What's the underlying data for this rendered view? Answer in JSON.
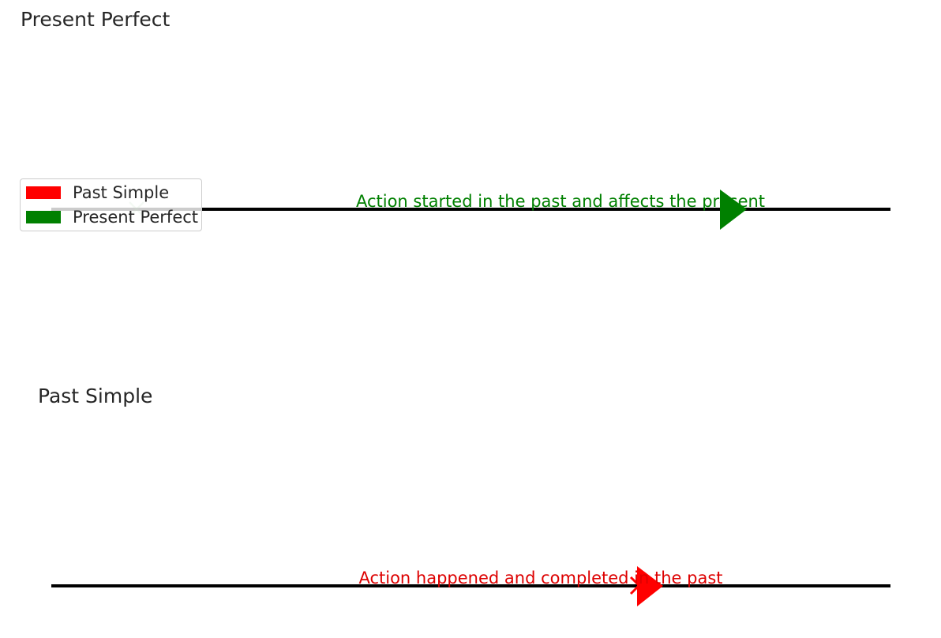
{
  "panels": [
    {
      "id": "present-perfect",
      "title": "Present Perfect",
      "annotation": "Action started in the past and affects the present",
      "color": "#008000",
      "start_marker": "x-icon",
      "end_marker": "arrow-right-icon"
    },
    {
      "id": "past-simple",
      "title": "Past Simple",
      "annotation": "Action happened and completed in the past",
      "color": "#ff0000",
      "end_marker": "x-icon",
      "end_marker_2": "arrow-right-icon"
    }
  ],
  "legend": {
    "items": [
      {
        "label": "Past Simple",
        "color": "#ff0000"
      },
      {
        "label": "Present Perfect",
        "color": "#008000"
      }
    ]
  },
  "timeline_color": "#000000"
}
